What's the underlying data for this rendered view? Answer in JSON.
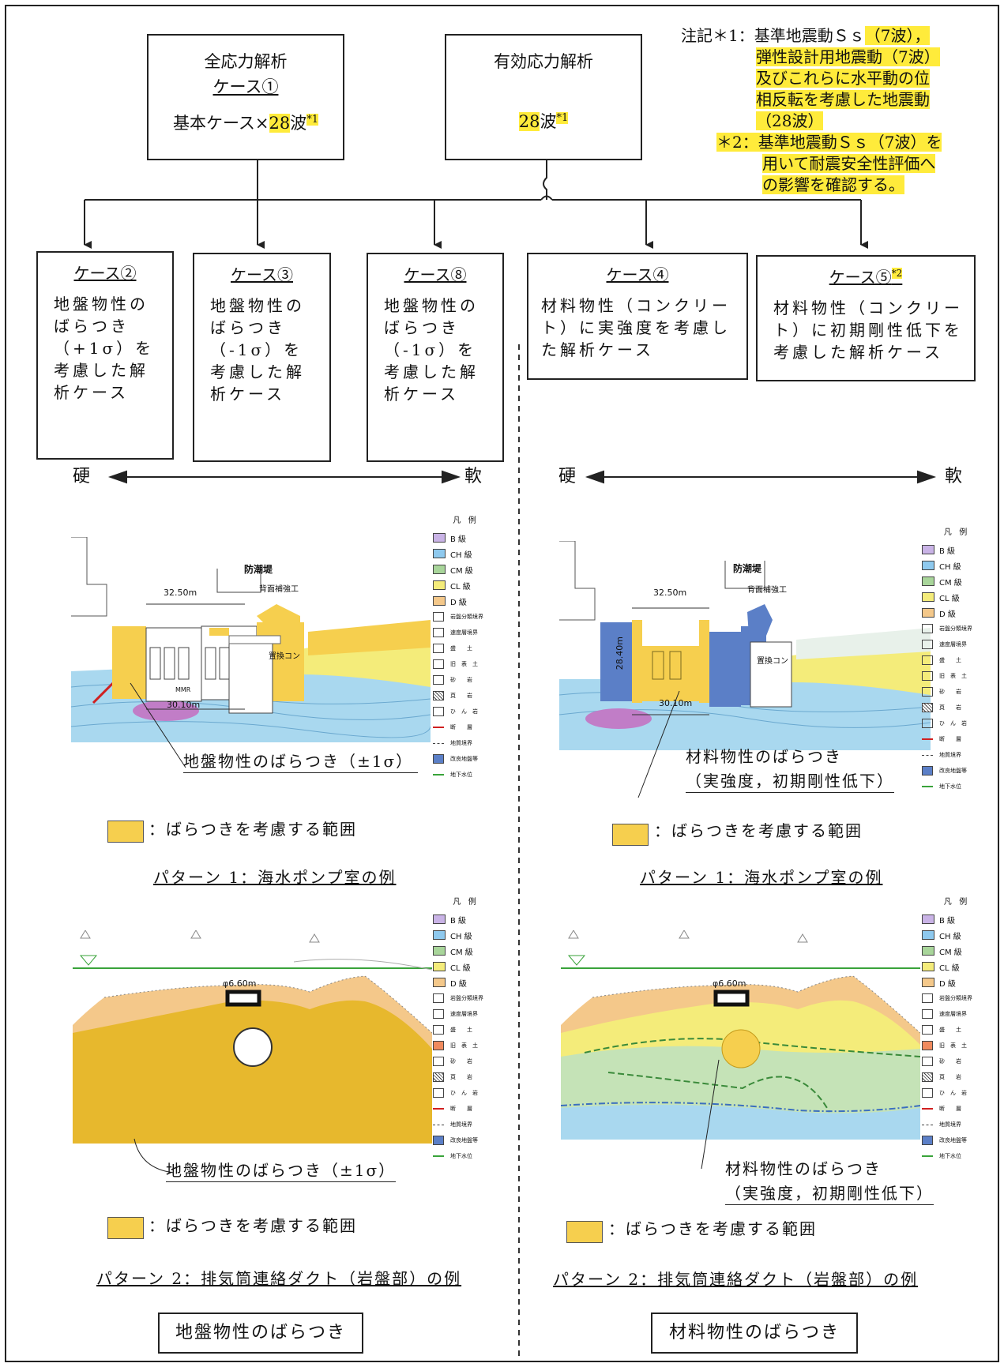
{
  "top": {
    "total_stress": {
      "title": "全応力解析",
      "case": "ケース①",
      "body_pre": "基本ケース×",
      "body_hl": "28",
      "body_post": "波",
      "mark": "*1"
    },
    "effective_stress": {
      "title": "有効応力解析",
      "body_hl": "28",
      "body_post": "波",
      "mark": "*1"
    },
    "note": {
      "head": "注記＊1：",
      "line1_a": "基準地震動Ｓｓ",
      "line1_b": "（7波），",
      "line2": "弾性設計用地震動（7波）",
      "line3": "及びこれらに水平動の位",
      "line4": "相反転を考慮した地震動",
      "line5": "（28波）",
      "line6": "＊2：基準地震動Ｓｓ（7波）を",
      "line7": "用いて耐震安全性評価へ",
      "line8": "の影響を確認する。"
    }
  },
  "cases": [
    {
      "title": "ケース②",
      "mark": "",
      "body": "地盤物性のばらつき（+1σ）を考慮した解析ケース"
    },
    {
      "title": "ケース③",
      "mark": "",
      "body": "地盤物性のばらつき（-1σ）を考慮した解析ケース"
    },
    {
      "title": "ケース⑧",
      "mark": "",
      "body": "地盤物性のばらつき（-1σ）を考慮した解析ケース"
    },
    {
      "title": "ケース④",
      "mark": "",
      "body": "材料物性（コンクリート）に実強度を考慮した解析ケース"
    },
    {
      "title": "ケース⑤",
      "mark": "*2",
      "body": "材料物性（コンクリート）に初期剛性低下を考慮した解析ケース"
    }
  ],
  "arrows": {
    "hard": "硬",
    "soft": "軟"
  },
  "legend": {
    "title_a": "凡",
    "title_b": "例",
    "rock_classes": [
      {
        "code": "B",
        "label": "B 級",
        "color": "#c9b3e6"
      },
      {
        "code": "CH",
        "label": "CH 級",
        "color": "#8ec9ee"
      },
      {
        "code": "CM",
        "label": "CM 級",
        "color": "#a8d59a"
      },
      {
        "code": "CL",
        "label": "CL 級",
        "color": "#f4ec7a"
      },
      {
        "code": "D",
        "label": "D 級",
        "color": "#f4c88a"
      }
    ],
    "lines": [
      "岩盤分類境界",
      "速度層境界",
      "盛　　土",
      "旧　表　土",
      "砂　　岩",
      "頁　　岩",
      "ひ　ん　岩",
      "断　　層",
      "地質境界",
      "改良地盤等",
      "地下水位"
    ]
  },
  "left": {
    "p1": {
      "dim_top": "32.50m",
      "dim_bottom": "30.10m",
      "mmr": "MMR",
      "seawall": "防潮堤",
      "reinforce": "背面補強工",
      "replace": "置換コン",
      "callout": "地盤物性のばらつき（±1σ）",
      "key": "：ばらつきを考慮する範囲",
      "caption": "パターン 1：海水ポンプ室の例"
    },
    "p2": {
      "diameter": "φ6.60m",
      "callout": "地盤物性のばらつき（±1σ）",
      "key": "：ばらつきを考慮する範囲",
      "caption": "パターン 2：排気筒連絡ダクト（岩盤部）の例"
    },
    "footer": "地盤物性のばらつき"
  },
  "right": {
    "p1": {
      "dim_top": "32.50m",
      "dim_side": "28.40m",
      "dim_bottom": "30.10m",
      "seawall": "防潮堤",
      "reinforce": "背面補強工",
      "replace": "置換コン",
      "callout1": "材料物性のばらつき",
      "callout2": "（実強度，初期剛性低下）",
      "key": "：ばらつきを考慮する範囲",
      "caption": "パターン 1：海水ポンプ室の例"
    },
    "p2": {
      "diameter": "φ6.60m",
      "callout1": "材料物性のばらつき",
      "callout2": "（実強度，初期剛性低下）",
      "key": "：ばらつきを考慮する範囲",
      "caption": "パターン 2：排気筒連絡ダクト（岩盤部）の例"
    },
    "footer": "材料物性のばらつき"
  },
  "colors": {
    "highlight": "#ffeb3b",
    "variation": "#f6cf4e",
    "rock_blue": "#a9d8ef",
    "improved": "#5b7fc7"
  }
}
